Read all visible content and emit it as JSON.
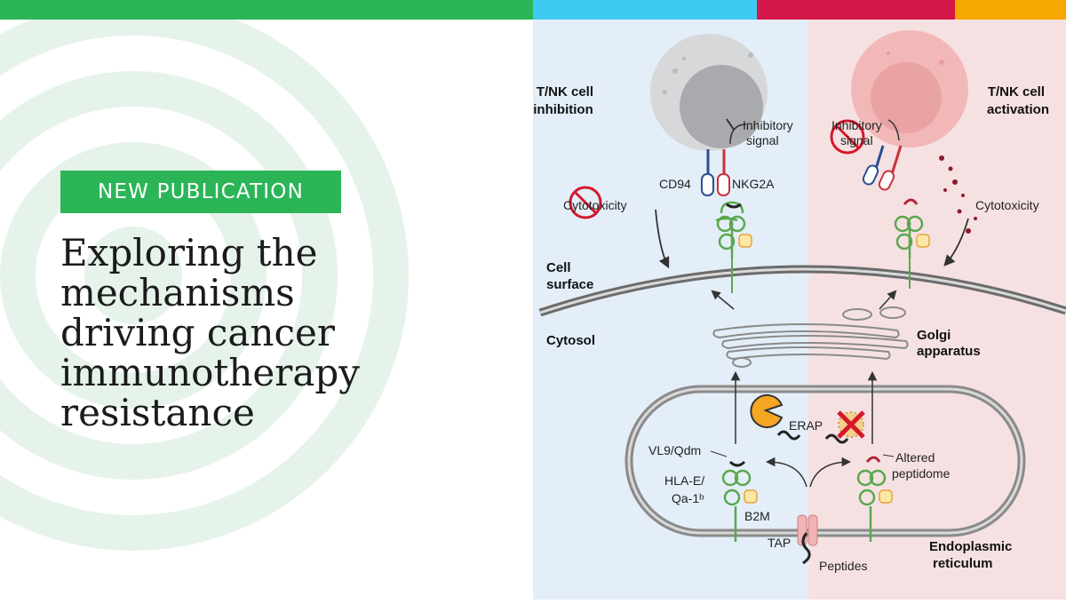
{
  "colors": {
    "brand_green": "#2cb557",
    "top_bar": [
      "#2cb557",
      "#3ecbf2",
      "#d6174a",
      "#f6a800"
    ],
    "inhibition_panel": "#e3eef8",
    "activation_panel": "#f6e1e2"
  },
  "badge": {
    "label": "NEW PUBLICATION"
  },
  "headline": {
    "lines": [
      "Exploring the",
      "mechanisms",
      "driving cancer",
      "immunotherapy",
      "resistance"
    ]
  },
  "figure": {
    "inhibition_title": [
      "T/NK cell",
      "inhibition"
    ],
    "activation_title": [
      "T/NK cell",
      "activation"
    ],
    "inhibitory_signal": [
      "Inhibitory",
      "signal"
    ],
    "cd94": "CD94",
    "nkg2a": "NKG2A",
    "cytotoxicity": "Cytotoxicity",
    "cell_surface": [
      "Cell",
      "surface"
    ],
    "cytosol": "Cytosol",
    "golgi": [
      "Golgi",
      "apparatus"
    ],
    "erap": "ERAP",
    "vl9": "VL9/Qdm",
    "altered_peptidome": [
      "Altered",
      "peptidome"
    ],
    "hla_e": [
      "HLA-E/",
      "Qa-1ᵇ"
    ],
    "b2m": "B2M",
    "tap": "TAP",
    "peptides": "Peptides",
    "er": [
      "Endoplasmic",
      "reticulum"
    ]
  }
}
